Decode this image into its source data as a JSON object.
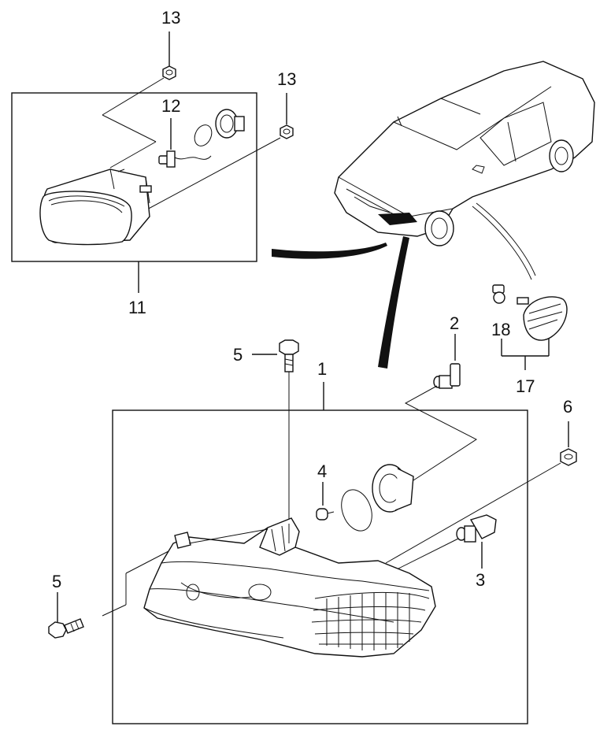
{
  "labels": {
    "n13a": "13",
    "n13b": "13",
    "n12": "12",
    "n11": "11",
    "n5a": "5",
    "n5b": "5",
    "n1": "1",
    "n2": "2",
    "n4": "4",
    "n6": "6",
    "n3": "3",
    "n18": "18",
    "n17": "17"
  }
}
